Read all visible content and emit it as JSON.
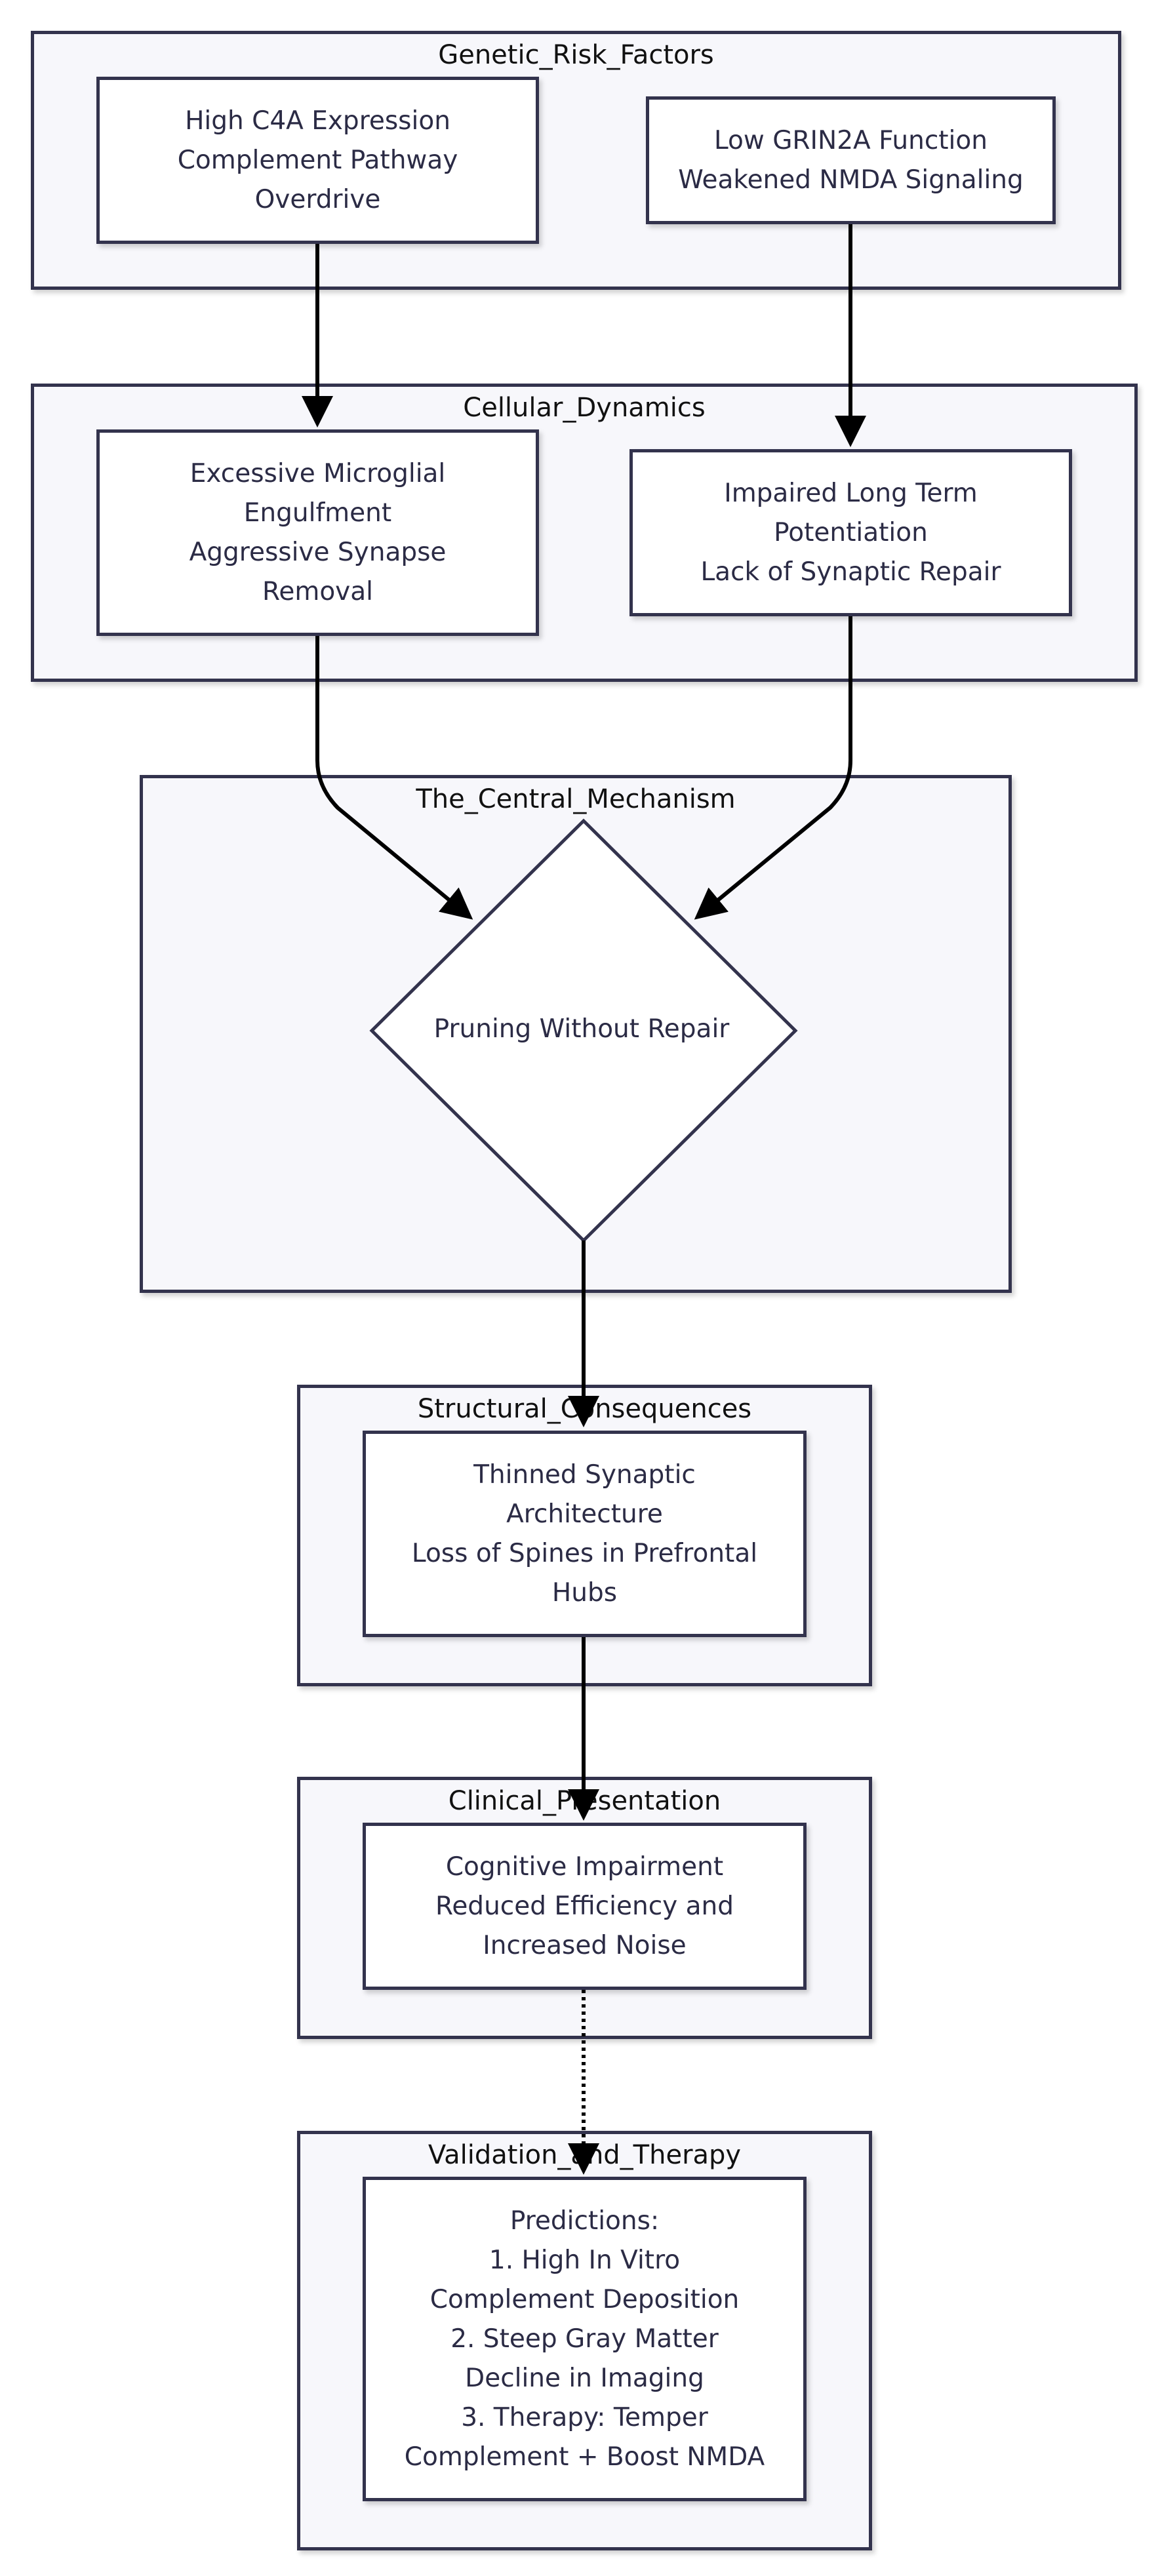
{
  "diagram": {
    "clusters": {
      "genetic": "Genetic_Risk_Factors",
      "cellular": "Cellular_Dynamics",
      "central": "The_Central_Mechanism",
      "structural": "Structural_Consequences",
      "clinical": "Clinical_Presentation",
      "validation": "Validation_and_Therapy"
    },
    "nodes": {
      "c4a": "High C4A Expression\nComplement Pathway\nOverdrive",
      "grin2a": "Low GRIN2A Function\nWeakened NMDA Signaling",
      "microglia": "Excessive Microglial\nEngulfment\nAggressive Synapse\nRemoval",
      "ltp": "Impaired Long Term\nPotentiation\nLack of Synaptic Repair",
      "pruning": "Pruning Without Repair",
      "thinned": "Thinned Synaptic\nArchitecture\nLoss of Spines in Prefrontal\nHubs",
      "cognitive": "Cognitive Impairment\nReduced Efficiency and\nIncreased Noise",
      "predictions": "Predictions:\n1. High In Vitro\nComplement Deposition\n2. Steep Gray Matter\nDecline in Imaging\n3. Therapy: Temper\nComplement + Boost NMDA"
    },
    "colors": {
      "border": "#33334d",
      "cluster_fill": "#f7f7fb",
      "node_fill": "#ffffff",
      "edge": "#000000",
      "text": "#2b2b45"
    }
  }
}
